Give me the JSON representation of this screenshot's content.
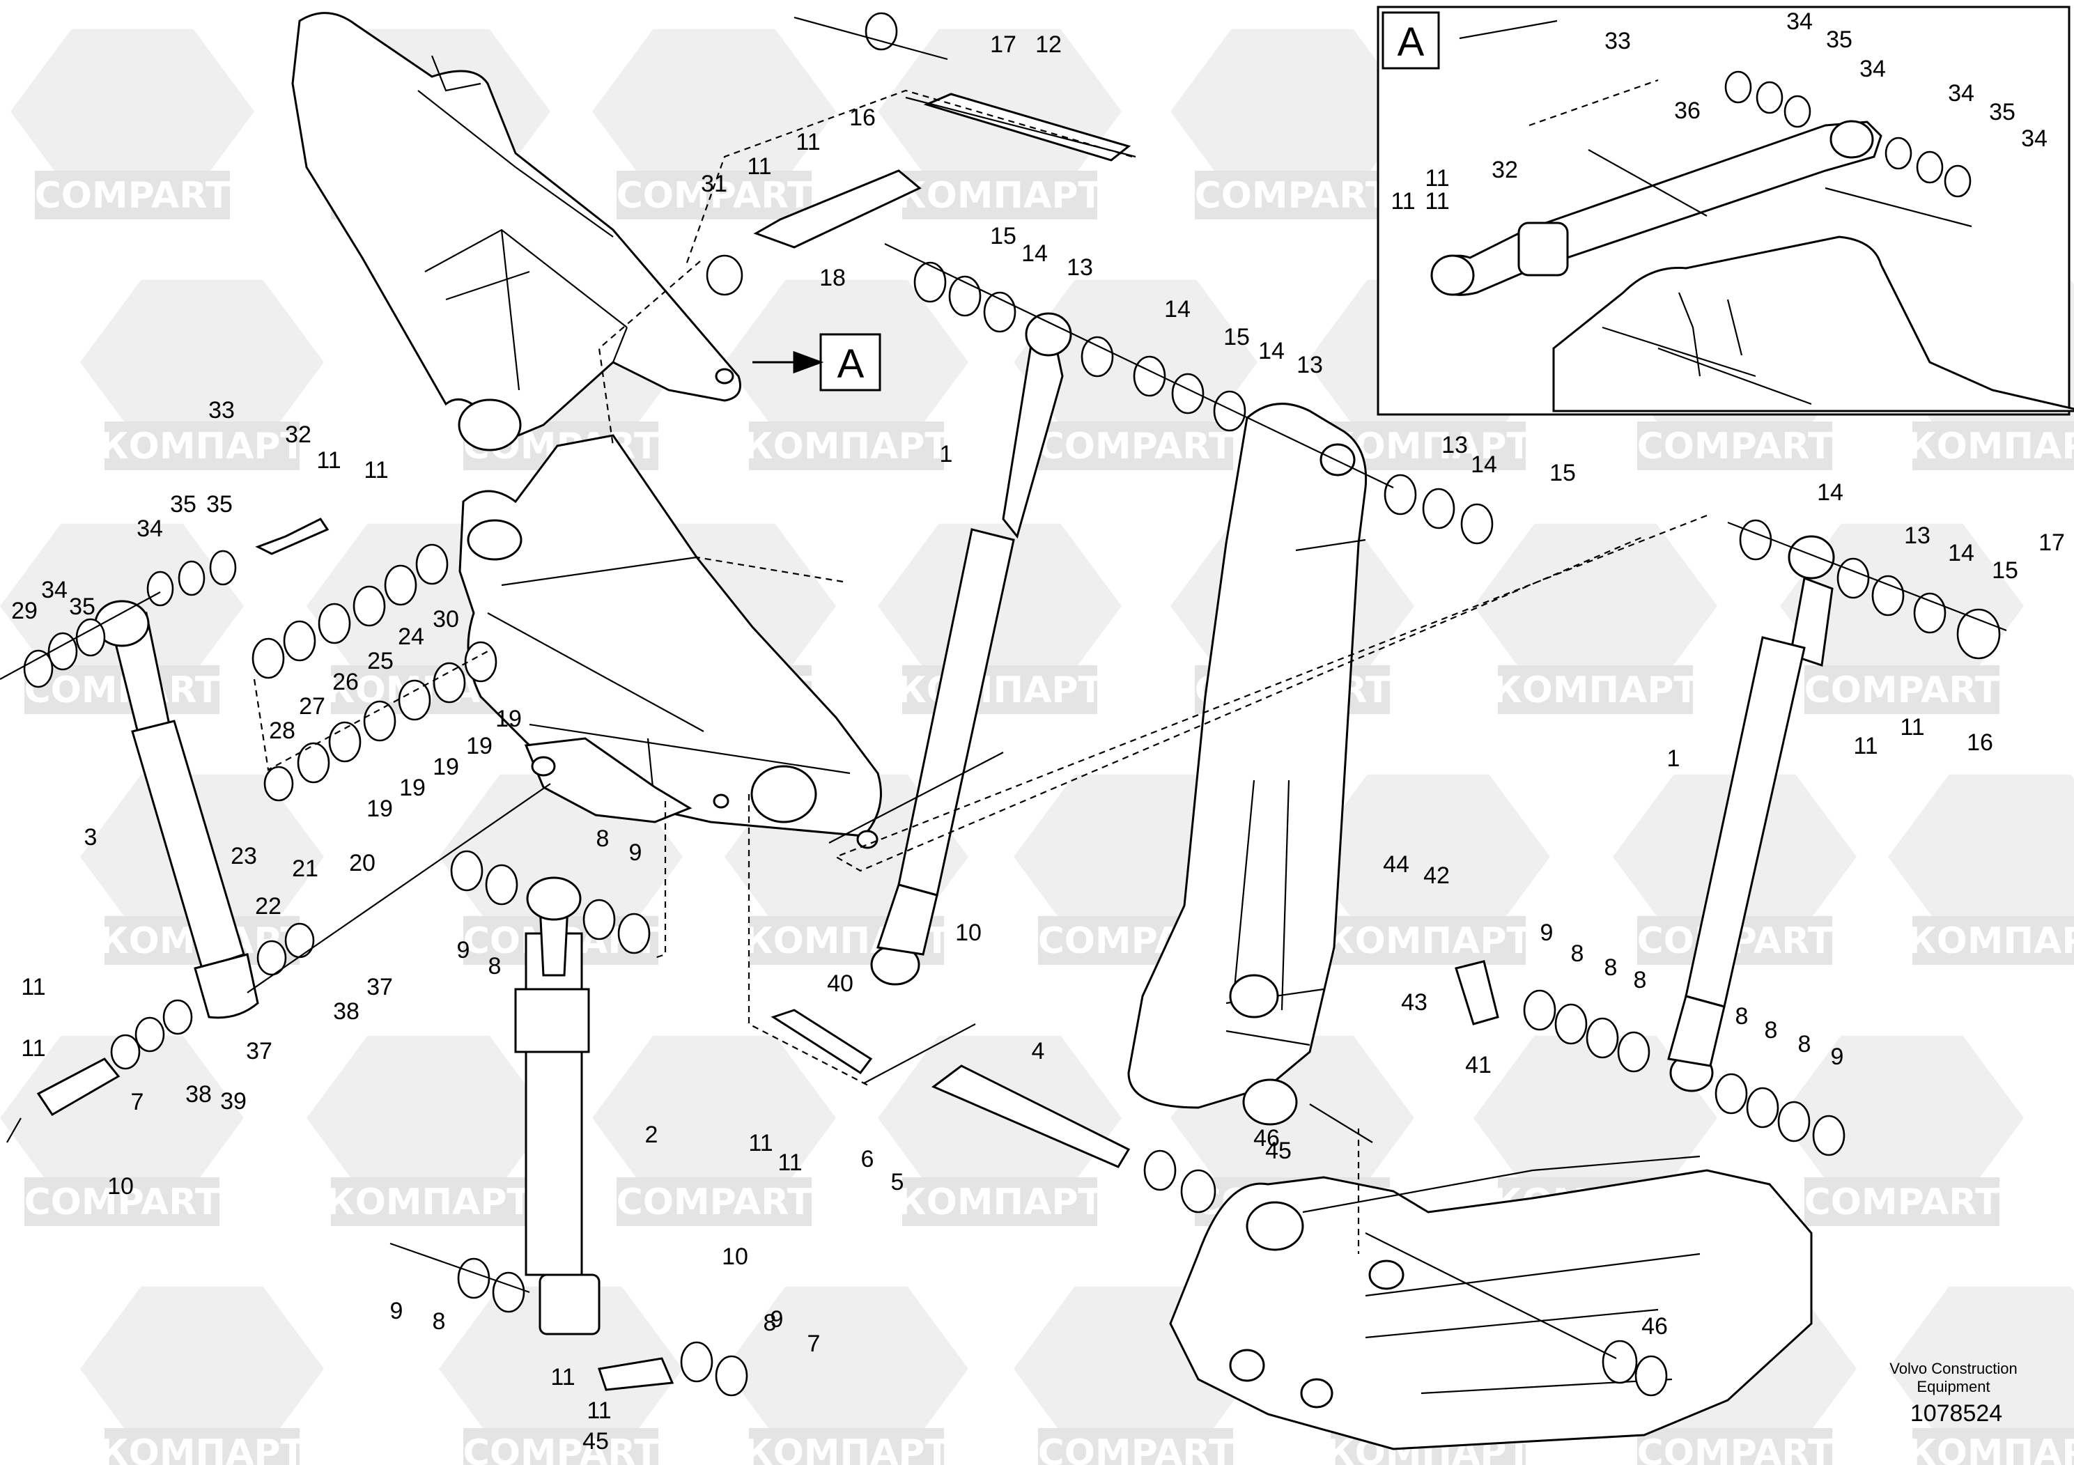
{
  "drawing": {
    "manufacturer_line1": "Volvo Construction",
    "manufacturer_line2": "Equipment",
    "drawing_number": "1078524",
    "detail_marker": "A",
    "inset_label": "A",
    "watermark_latin": "COMPART",
    "watermark_cyrillic": "КОМПАРТ"
  },
  "callouts": {
    "main": [
      "17",
      "12",
      "16",
      "11",
      "11",
      "31",
      "18",
      "15",
      "14",
      "13",
      "14",
      "15",
      "14",
      "13",
      "A",
      "33",
      "32",
      "11",
      "11",
      "34",
      "35",
      "35",
      "35",
      "34",
      "29",
      "28",
      "27",
      "26",
      "25",
      "24",
      "30",
      "19",
      "19",
      "19",
      "19",
      "19",
      "20",
      "21",
      "22",
      "23",
      "3",
      "1",
      "13",
      "14",
      "15",
      "14",
      "13",
      "14",
      "15",
      "17",
      "11",
      "11",
      "16",
      "1",
      "8",
      "9",
      "9",
      "8",
      "10",
      "40",
      "4",
      "2",
      "44",
      "42",
      "43",
      "41",
      "9",
      "8",
      "8",
      "8",
      "8",
      "8",
      "8",
      "9",
      "11",
      "11",
      "7",
      "10",
      "37",
      "39",
      "38",
      "37",
      "38",
      "11",
      "11",
      "6",
      "5",
      "46",
      "45",
      "9",
      "8",
      "10",
      "8",
      "9",
      "7",
      "11",
      "11",
      "45",
      "46"
    ],
    "inset": [
      "33",
      "34",
      "35",
      "34",
      "34",
      "35",
      "34",
      "36",
      "32",
      "11",
      "11",
      "11"
    ]
  }
}
